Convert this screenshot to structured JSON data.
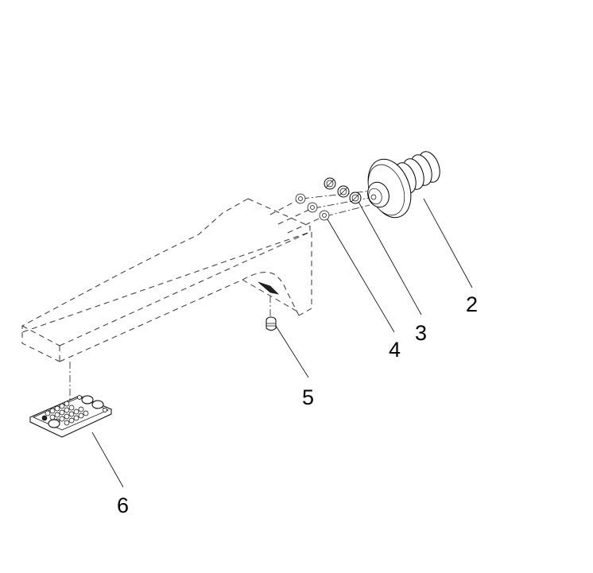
{
  "diagram": {
    "type": "exploded-parts-view",
    "background": "#ffffff",
    "line_color": "#000000",
    "parts": [
      {
        "id": "spout-body",
        "label": "",
        "style": "dashed-phantom"
      },
      {
        "id": "part-2",
        "label": "2",
        "description": "cartridge-with-flange"
      },
      {
        "id": "part-3",
        "label": "3",
        "description": "threaded-inserts-x3"
      },
      {
        "id": "part-4",
        "label": "4",
        "description": "washers-x3"
      },
      {
        "id": "part-5",
        "label": "5",
        "description": "aerator-set-screw"
      },
      {
        "id": "part-6",
        "label": "6",
        "description": "aerator-grid-plate"
      }
    ]
  },
  "labels": {
    "two": "2",
    "three": "3",
    "four": "4",
    "five": "5",
    "six": "6"
  }
}
